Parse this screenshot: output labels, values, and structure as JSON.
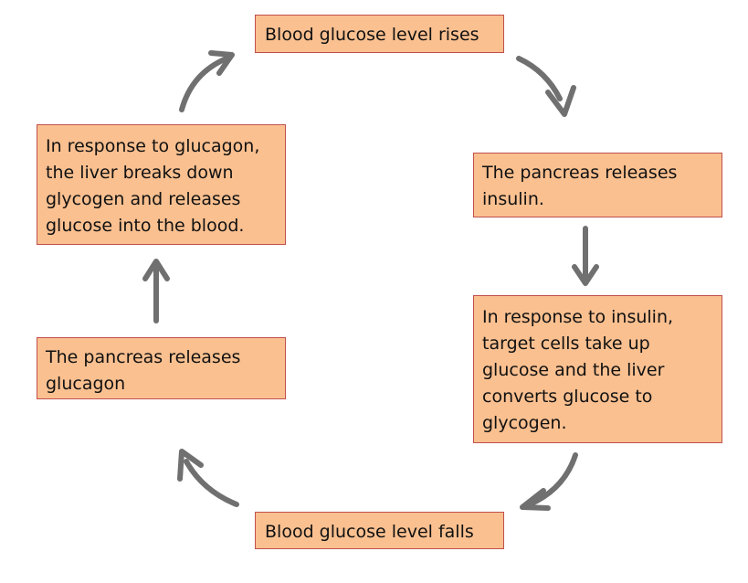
{
  "boxes": {
    "rises": "Blood glucose level rises",
    "insulin_release": "The pancreas releases insulin.",
    "insulin_response": "In response to insulin, target cells take up glucose and the liver converts glucose to glycogen.",
    "falls": "Blood glucose level falls",
    "glucagon_release": "The pancreas releases glucagon",
    "glucagon_response": "In response to glucagon, the liver breaks down glycogen and releases glucose into the blood."
  },
  "colors": {
    "box_fill": "#fac090",
    "box_border": "#c0504d",
    "arrow": "#707070"
  }
}
